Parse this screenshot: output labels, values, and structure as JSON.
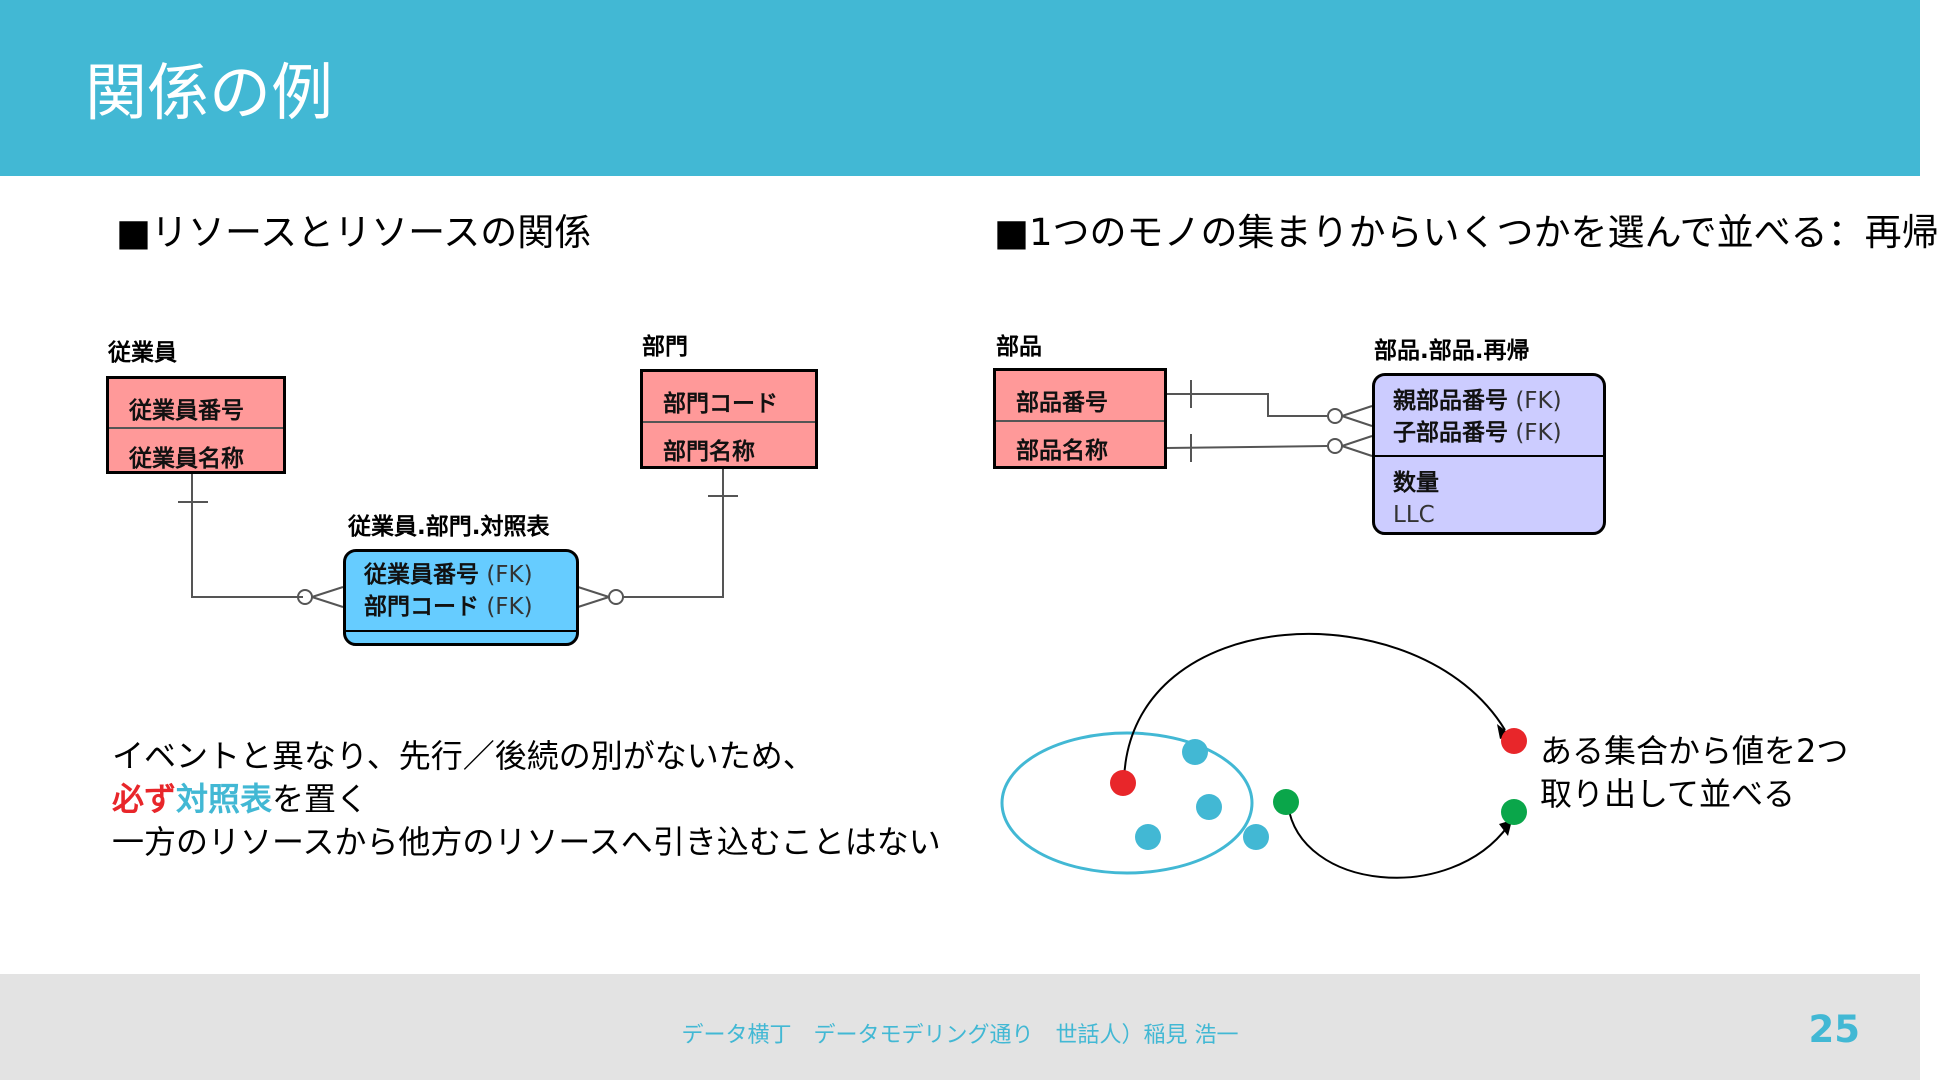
{
  "title": "関係の例",
  "left_heading": "■リソースとリソースの関係",
  "right_heading": "■1つのモノの集まりからいくつかを選んで並べる：再帰",
  "left_diagram": {
    "employee": {
      "label": "従業員",
      "rows": [
        "従業員番号",
        "従業員名称"
      ]
    },
    "department": {
      "label": "部門",
      "rows": [
        "部門コード",
        "部門名称"
      ]
    },
    "mapping": {
      "label": "従業員.部門.対照表",
      "keys": [
        {
          "name": "従業員番号",
          "fk": "(FK)"
        },
        {
          "name": "部門コード",
          "fk": "(FK)"
        }
      ]
    }
  },
  "right_diagram": {
    "part": {
      "label": "部品",
      "rows": [
        "部品番号",
        "部品名称"
      ]
    },
    "recursion": {
      "label": "部品.部品.再帰",
      "keys": [
        {
          "name": "親部品番号",
          "fk": "(FK)"
        },
        {
          "name": "子部品番号",
          "fk": "(FK)"
        }
      ],
      "attributes": [
        "数量",
        "LLC"
      ]
    }
  },
  "note": {
    "line1": "イベントと異なり、先行／後続の別がないため、",
    "line2_red": "必ず",
    "line2_blue": "対照表",
    "line2_rest": "を置く",
    "line3": "一方のリソースから他方のリソースへ引き込むことはない"
  },
  "set_caption": {
    "line1": "ある集合から値を2つ",
    "line2": "取り出して並べる"
  },
  "colors": {
    "header": "#42b8d4",
    "entity": "#ff9999",
    "mapping": "#66ccff",
    "recursion": "#ccccff",
    "red": "#e8262a",
    "green": "#0aa64a",
    "dot": "#42b8d4",
    "footer": "#e3e3e3"
  },
  "footer": {
    "text": "データ横丁　データモデリング通り　世話人）稲見 浩一",
    "page": "25"
  }
}
